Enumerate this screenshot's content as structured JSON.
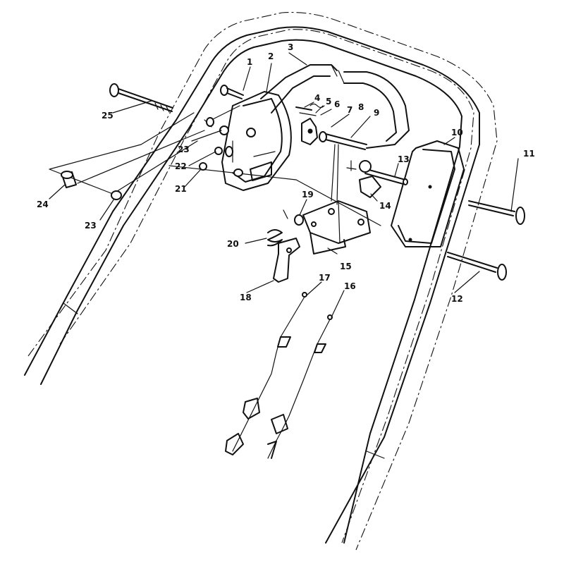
{
  "callouts": [
    {
      "id": "1",
      "label": "1"
    },
    {
      "id": "2",
      "label": "2"
    },
    {
      "id": "3",
      "label": "3"
    },
    {
      "id": "4",
      "label": "4"
    },
    {
      "id": "5",
      "label": "5"
    },
    {
      "id": "6",
      "label": "6"
    },
    {
      "id": "7",
      "label": "7"
    },
    {
      "id": "8",
      "label": "8"
    },
    {
      "id": "9",
      "label": "9"
    },
    {
      "id": "10",
      "label": "10"
    },
    {
      "id": "11",
      "label": "11"
    },
    {
      "id": "12",
      "label": "12"
    },
    {
      "id": "13",
      "label": "13"
    },
    {
      "id": "14",
      "label": "14"
    },
    {
      "id": "15",
      "label": "15"
    },
    {
      "id": "16",
      "label": "16"
    },
    {
      "id": "17",
      "label": "17"
    },
    {
      "id": "18",
      "label": "18"
    },
    {
      "id": "19",
      "label": "19"
    },
    {
      "id": "20",
      "label": "20"
    },
    {
      "id": "21",
      "label": "21"
    },
    {
      "id": "22",
      "label": "22"
    },
    {
      "id": "23a",
      "label": "23"
    },
    {
      "id": "23b",
      "label": "23"
    },
    {
      "id": "24",
      "label": "24"
    },
    {
      "id": "25",
      "label": "25"
    }
  ],
  "colors": {
    "ink": "#111111",
    "paper": "#ffffff"
  }
}
